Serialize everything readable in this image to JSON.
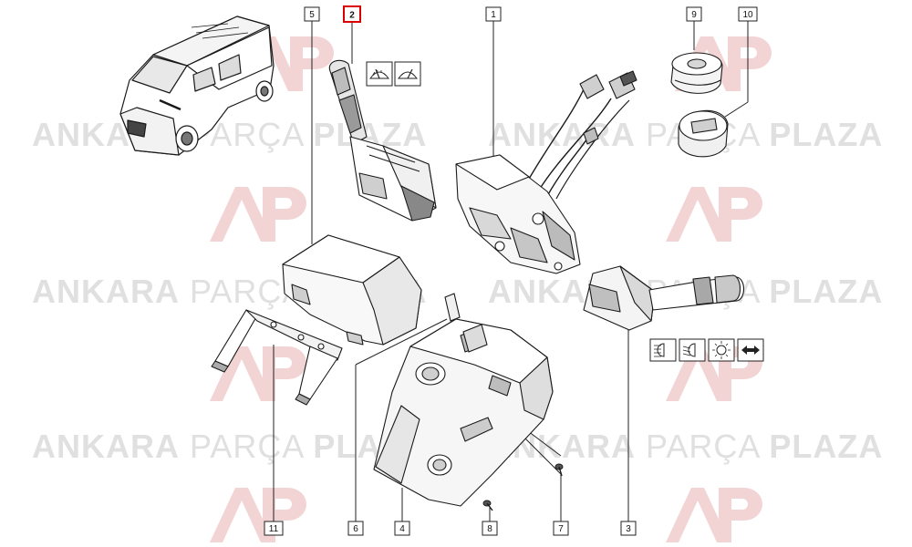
{
  "diagram": {
    "watermark": {
      "text_bold_1": "ANKARA",
      "text_light": "PARÇA",
      "text_bold_2": "PLAZA",
      "logo_text": "AP"
    },
    "callouts": [
      {
        "label": "5",
        "highlighted": false
      },
      {
        "label": "2",
        "highlighted": true
      },
      {
        "label": "1",
        "highlighted": false
      },
      {
        "label": "9",
        "highlighted": false
      },
      {
        "label": "10",
        "highlighted": false
      },
      {
        "label": "11",
        "highlighted": false
      },
      {
        "label": "6",
        "highlighted": false
      },
      {
        "label": "4",
        "highlighted": false
      },
      {
        "label": "8",
        "highlighted": false
      },
      {
        "label": "7",
        "highlighted": false
      },
      {
        "label": "3",
        "highlighted": false
      }
    ],
    "icons": {
      "wiper": [
        "wiper-icon",
        "wiper-washer-icon"
      ],
      "lighting": [
        "low-beam-icon",
        "dipped-beam-icon",
        "light-switch-icon",
        "indicator-arrows-icon"
      ]
    },
    "colors": {
      "line": "#1a1a1a",
      "callout_border": "#222222",
      "highlight_border": "#d90000",
      "watermark_text": "#e0e0e0",
      "watermark_logo": "#f3d4d4"
    }
  }
}
